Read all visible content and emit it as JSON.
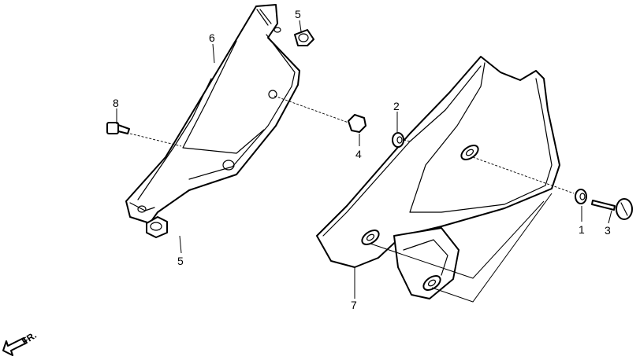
{
  "callouts": {
    "c1": "1",
    "c2": "2",
    "c3": "3",
    "c4": "4",
    "c5a": "5",
    "c5b": "5",
    "c6": "6",
    "c7": "7",
    "c8": "8"
  },
  "direction_label": "FR."
}
